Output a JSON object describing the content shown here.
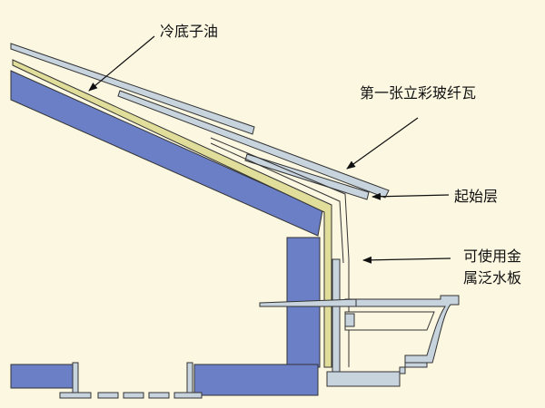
{
  "labels": {
    "underlayment_oil": "冷底子油",
    "first_shingle": "第一张立彩玻纤瓦",
    "starter_layer": "起始层",
    "flashing_line1": "可使用金",
    "flashing_line2": "属泛水板"
  },
  "colors": {
    "background": "#fbf7e1",
    "deck_blue": "#6b7fc7",
    "shingle_fill": "#c7d3dd",
    "underlayment_fill": "#e0de9a",
    "metal_fill": "#c7d3dd",
    "stroke": "#333333"
  }
}
